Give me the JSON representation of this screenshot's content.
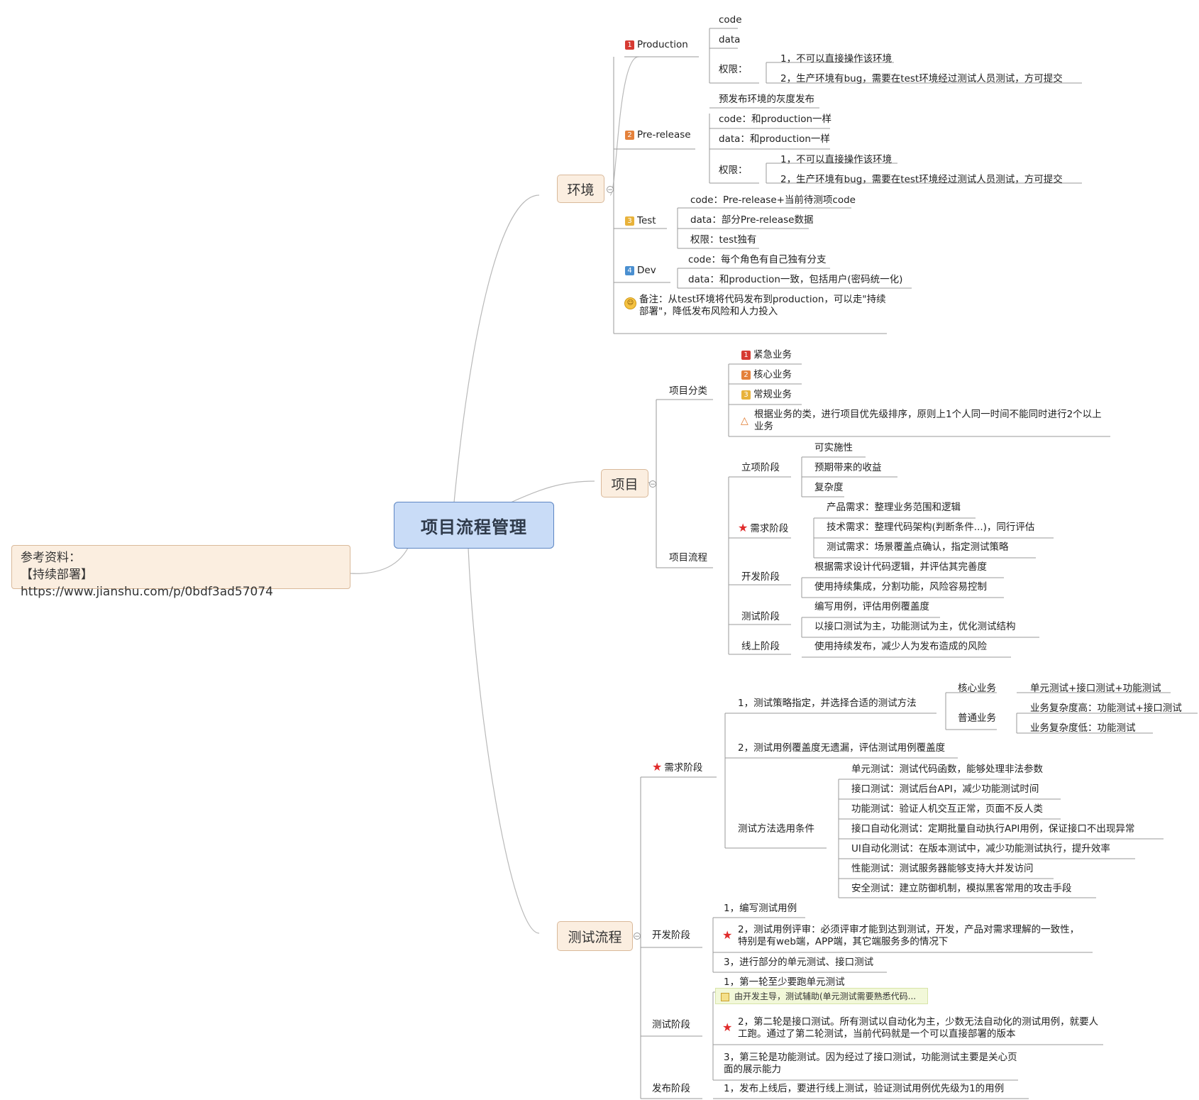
{
  "root": {
    "title": "项目流程管理"
  },
  "reference": {
    "line1": "参考资料：",
    "line2": "【持续部署】https://www.jianshu.com/p/0bdf3ad57074"
  },
  "env": {
    "title": "环境",
    "production": {
      "label": "Production",
      "children": [
        "code",
        "data",
        "权限："
      ],
      "perm": [
        "1，不可以直接操作该环境",
        "2，生产环境有bug，需要在test环境经过测试人员测试，方可提交"
      ]
    },
    "prerelease": {
      "label": "Pre-release",
      "children": [
        "预发布环境的灰度发布",
        "code：和production一样",
        "data：和production一样",
        "权限："
      ],
      "perm": [
        "1，不可以直接操作该环境",
        "2，生产环境有bug，需要在test环境经过测试人员测试，方可提交"
      ]
    },
    "test": {
      "label": "Test",
      "children": [
        "code：Pre-release+当前待测项code",
        "data：部分Pre-release数据",
        "权限：test独有"
      ]
    },
    "dev": {
      "label": "Dev",
      "children": [
        "code：每个角色有自己独有分支",
        "data：和production一致，包括用户(密码统一化)"
      ]
    },
    "remark": "备注：从test环境将代码发布到production，可以走\"持续部署\"，降低发布风险和人力投入"
  },
  "project": {
    "title": "项目",
    "classify": {
      "label": "项目分类",
      "items": [
        "紧急业务",
        "核心业务",
        "常规业务"
      ],
      "warning": "根据业务的类，进行项目优先级排序，原则上1个人同一时间不能同时进行2个以上业务"
    },
    "flow": {
      "label": "项目流程",
      "stages": [
        {
          "label": "立项阶段",
          "items": [
            "可实施性",
            "预期带来的收益",
            "复杂度"
          ]
        },
        {
          "label": "需求阶段",
          "items": [
            "产品需求：整理业务范围和逻辑",
            "技术需求：整理代码架构(判断条件...)，同行评估",
            "测试需求：场景覆盖点确认，指定测试策略"
          ]
        },
        {
          "label": "开发阶段",
          "items": [
            "根据需求设计代码逻辑，并评估其完善度",
            "使用持续集成，分割功能，风险容易控制"
          ]
        },
        {
          "label": "测试阶段",
          "items": [
            "编写用例，评估用例覆盖度",
            "以接口测试为主，功能测试为主，优化测试结构"
          ]
        },
        {
          "label": "线上阶段",
          "items": [
            "使用持续发布，减少人为发布造成的风险"
          ]
        }
      ]
    }
  },
  "testflow": {
    "title": "测试流程",
    "req": {
      "label": "需求阶段",
      "s1": "1，测试策略指定，并选择合适的测试方法",
      "core": {
        "label": "核心业务",
        "item": "单元测试+接口测试+功能测试"
      },
      "normal": {
        "label": "普通业务",
        "items": [
          "业务复杂度高：功能测试+接口测试",
          "业务复杂度低：功能测试"
        ]
      },
      "s2": "2，测试用例覆盖度无遗漏，评估测试用例覆盖度",
      "cond": {
        "label": "测试方法选用条件",
        "items": [
          "单元测试：测试代码函数，能够处理非法参数",
          "接口测试：测试后台API，减少功能测试时间",
          "功能测试：验证人机交互正常，页面不反人类",
          "接口自动化测试：定期批量自动执行API用例，保证接口不出现异常",
          "UI自动化测试：在版本测试中，减少功能测试执行，提升效率",
          "性能测试：测试服务器能够支持大并发访问",
          "安全测试：建立防御机制，模拟黑客常用的攻击手段"
        ]
      }
    },
    "dev": {
      "label": "开发阶段",
      "items": [
        "1，编写测试用例",
        "2，测试用例评审：必须评审才能到达到测试，开发，产品对需求理解的一致性，特别是有web端，APP端，其它端服务多的情况下",
        "3，进行部分的单元测试、接口测试"
      ]
    },
    "test": {
      "label": "测试阶段",
      "items": [
        "1，第一轮至少要跑单元测试",
        "2，第二轮是接口测试。所有测试以自动化为主，少数无法自动化的测试用例，就要人工跑。通过了第二轮测试，当前代码就是一个可以直接部署的版本",
        "3，第三轮是功能测试。因为经过了接口测试，功能测试主要是关心页面的展示能力"
      ],
      "note": "由开发主导，测试辅助(单元测试需要熟悉代码..."
    },
    "release": {
      "label": "发布阶段",
      "items": [
        "1，发布上线后，要进行线上测试，验证测试用例优先级为1的用例"
      ]
    }
  },
  "colors": {
    "root_fill": "#c9dcf7",
    "main_fill": "#fbeee0",
    "priority1": "#d63a32",
    "priority2": "#e4813b",
    "priority3": "#e8b23a",
    "priority4": "#4a8fd0",
    "star": "#e02b2b"
  }
}
